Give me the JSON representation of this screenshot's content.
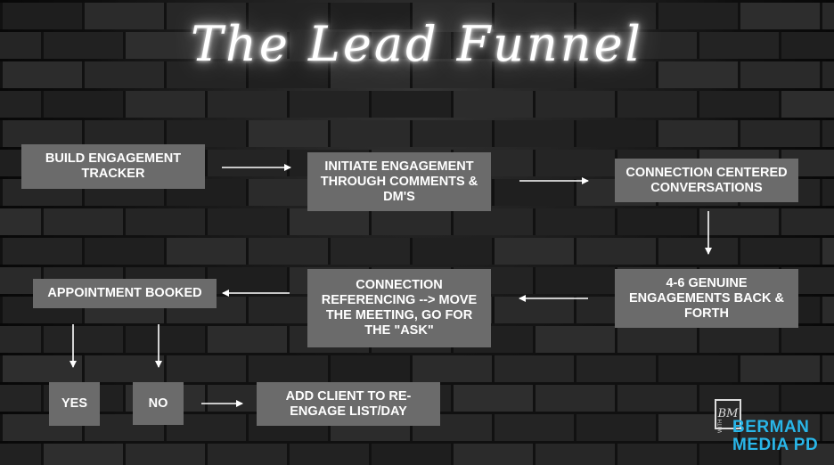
{
  "title": "The Lead Funnel",
  "nodes": {
    "build_tracker": "BUILD ENGAGEMENT TRACKER",
    "initiate_engagement": "INITIATE ENGAGEMENT THROUGH COMMENTS & DM'S",
    "connection_conversations": "CONNECTION CENTERED CONVERSATIONS",
    "genuine_engagements": "4-6 GENUINE ENGAGEMENTS BACK & FORTH",
    "connection_referencing": "CONNECTION REFERENCING --> MOVE THE MEETING, GO FOR THE \"ASK\"",
    "appointment_booked": "APPOINTMENT BOOKED",
    "yes": "YES",
    "no": "NO",
    "add_client": "ADD CLIENT TO RE-ENGAGE LIST/DAY"
  },
  "logo": {
    "monogram": "BM",
    "side_text": "WITH",
    "line1": "BERMAN",
    "line2": "MEDIA PD"
  },
  "colors": {
    "box": "#6b6b6b",
    "arrow": "#ffffff",
    "logo_text": "#29b6e8"
  }
}
